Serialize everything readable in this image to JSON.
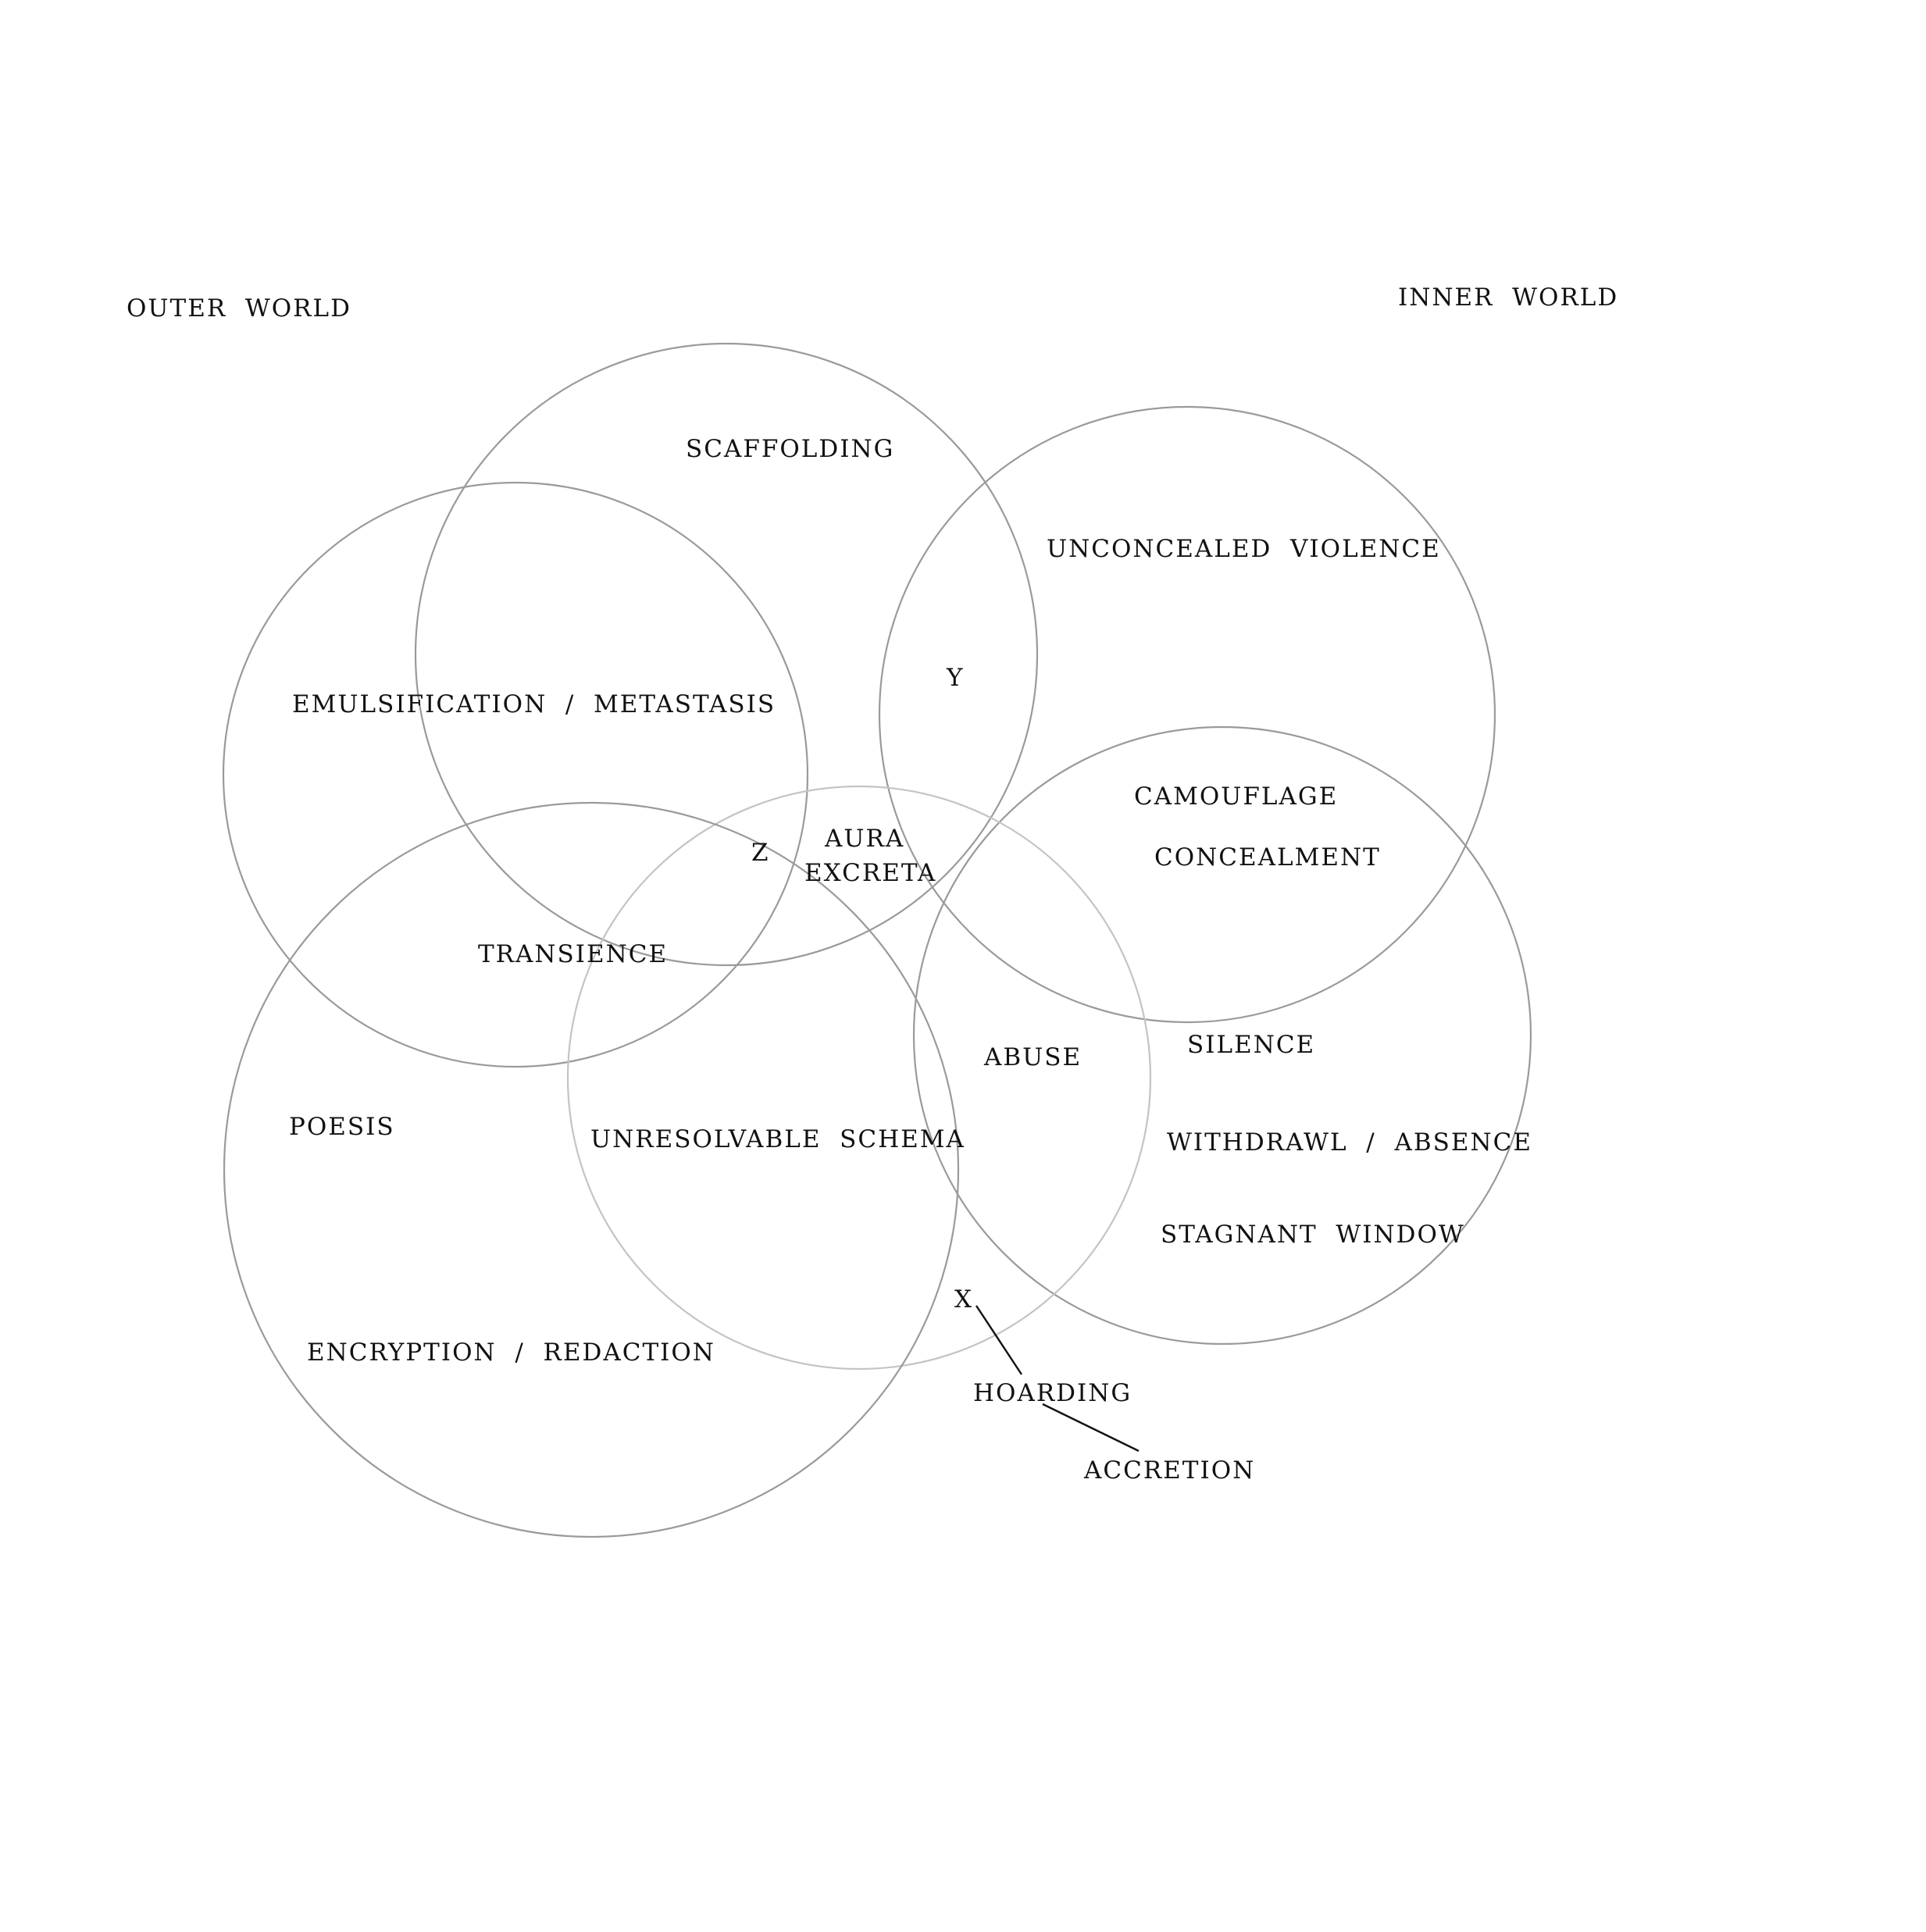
{
  "headings": {
    "outer_world": "OUTER  WORLD",
    "inner_world": "INNER  WORLD"
  },
  "labels": {
    "scaffolding": "SCAFFOLDING",
    "unconcealed_violence": "UNCONCEALED  VIOLENCE",
    "y": "Y",
    "emulsification_metastasis": "EMULSIFICATION  /  METASTASIS",
    "camouflage": "CAMOUFLAGE",
    "concealment": "CONCEALMENT",
    "z": "Z",
    "aura": "AURA",
    "excreta": "EXCRETA",
    "transience": "TRANSIENCE",
    "abuse": "ABUSE",
    "silence": "SILENCE",
    "poesis": "POESIS",
    "unresolvable_schema": "UNRESOLVABLE  SCHEMA",
    "withdrawl_absence": "WITHDRAWL  /  ABSENCE",
    "stagnant_window": "STAGNANT  WINDOW",
    "x": "X",
    "encryption_redaction": "ENCRYPTION  /  REDACTION",
    "hoarding": "HOARDING",
    "accretion": "ACCRETION"
  },
  "colors": {
    "circle_stroke": "#9a9a9a",
    "faint_circle_stroke": "#c4c4c4",
    "text": "#111111",
    "background": "#ffffff"
  }
}
